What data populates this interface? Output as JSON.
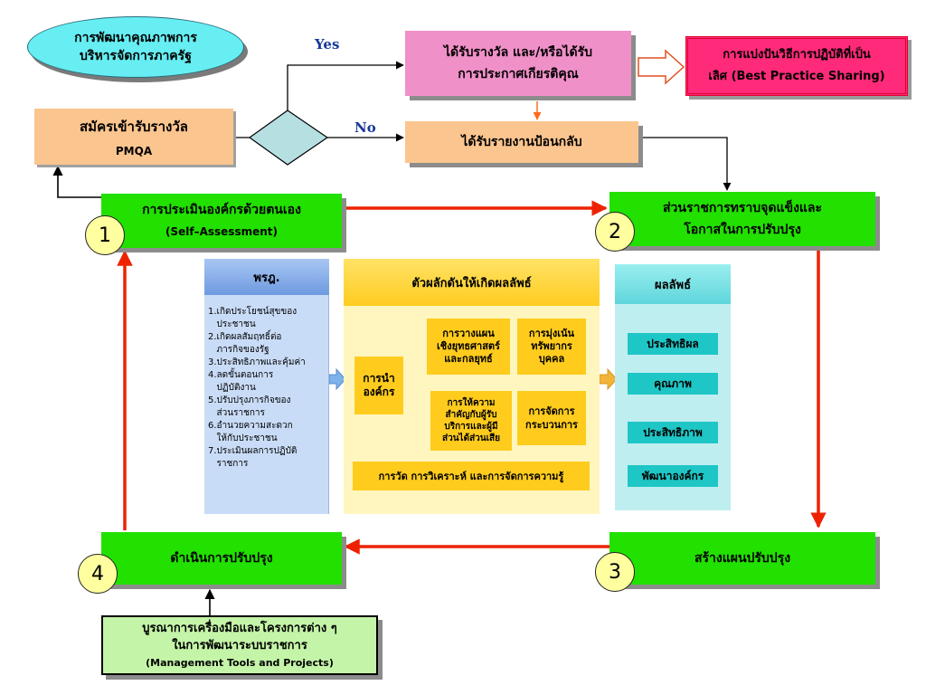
{
  "title": "การพัฒนาคุณภาพการ\nบริหารจัดการภาครัฐ",
  "apply": {
    "line1": "สมัครเข้ารับรางวัล",
    "line2": "PMQA"
  },
  "decision": {
    "yes": "Yes",
    "no": "No"
  },
  "award": "ได้รับรางวัล และ/หรือได้รับ\nการประกาศเกียรติคุณ",
  "best_practice": "การแบ่งปันวิธีการปฏิบัติที่เป็น\nเลิศ (Best Practice Sharing)",
  "feedback": "ได้รับรายงานป้อนกลับ",
  "step1": {
    "number": "1",
    "line1": "การประเมินองค์กรด้วยตนเอง",
    "line2": "(Self–Assessment)"
  },
  "step2": {
    "number": "2",
    "line1": "ส่วนราชการทราบจุดแข็งและ",
    "line2": "โอกาสในการปรับปรุง"
  },
  "step3": {
    "number": "3",
    "label": "สร้างแผนปรับปรุง"
  },
  "step4": {
    "number": "4",
    "label": "ดำเนินการปรับปรุง"
  },
  "decree": {
    "header": "พรฎ.",
    "items": [
      "1.เกิดประโยชน์สุขของ\n   ประชาชน",
      "2.เกิดผลสัมฤทธิ์ต่อ\n   ภารกิจของรัฐ",
      "3.ประสิทธิภาพและคุ้มค่า",
      "4.ลดขั้นตอนการ\n   ปฏิบัติงาน",
      "5.ปรับปรุงภารกิจของ\n   ส่วนราชการ",
      "6.อำนวยความสะดวก\n   ให้กับประชาชน",
      "7.ประเมินผลการปฏิบัติ\n   ราชการ"
    ]
  },
  "drivers": {
    "header": "ตัวผลักดันให้เกิดผลลัพธ์",
    "leadership": "การนำ\nองค์กร",
    "strategic": "การวางแผน\nเชิงยุทธศาสตร์\nและกลยุทธ์",
    "hr": "การมุ่งเน้น\nทรัพยากร\nบุคคล",
    "customer": "การให้ความ\nสำคัญกับผู้รับ\nบริการและผู้มี\nส่วนได้ส่วนเสีย",
    "process": "การจัดการ\nกระบวนการ",
    "measurement": "การวัด การวิเคราะห์ และการจัดการความรู้"
  },
  "results": {
    "header": "ผลลัพธ์",
    "items": [
      "ประสิทธิผล",
      "คุณภาพ",
      "ประสิทธิภาพ",
      "พัฒนาองค์กร"
    ]
  },
  "tools": {
    "line1": "บูรณาการเครื่องมือและโครงการต่าง ๆ",
    "line2": "ในการพัฒนาระบบราชการ",
    "line3": "(Management Tools and Projects)"
  },
  "colors": {
    "arrow_red": "#ee2200",
    "step_green": "#22e000",
    "feedback_orange": "#fbc58f",
    "award_pink": "#f090c8"
  }
}
